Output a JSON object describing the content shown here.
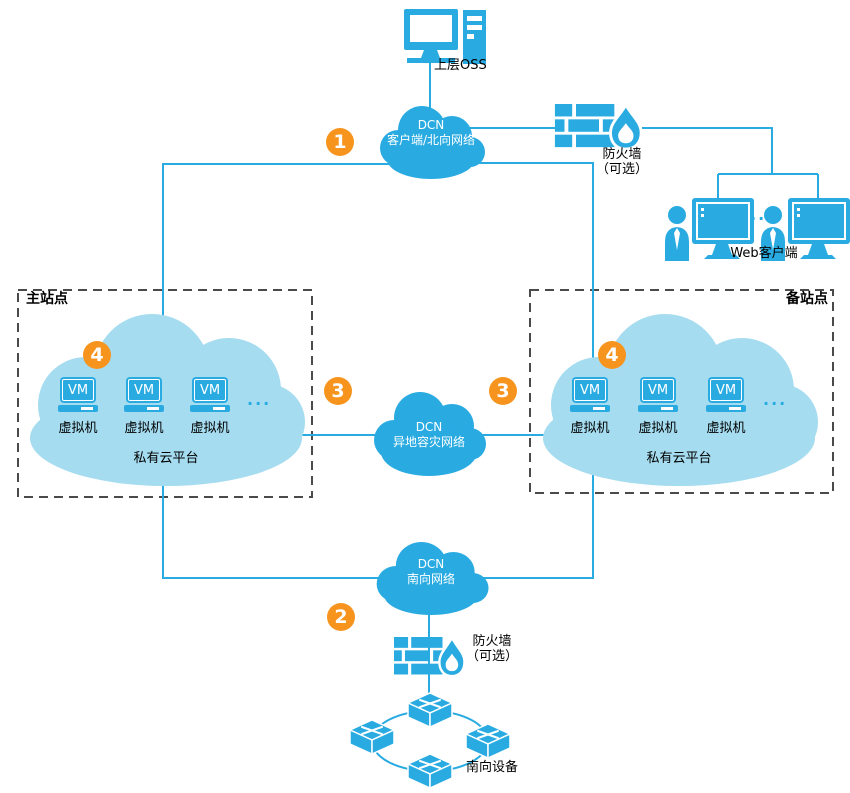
{
  "colors": {
    "accent_blue": "#29ABE2",
    "site_cloud_blue": "#A5DCF0",
    "badge_orange": "#F7941E",
    "dash_border": "#4a4a4a"
  },
  "oss": {
    "label": "上层OSS"
  },
  "network_clouds": {
    "north": {
      "line1": "DCN",
      "line2": "客户端/北向网络"
    },
    "dr": {
      "line1": "DCN",
      "line2": "异地容灾网络"
    },
    "south": {
      "line1": "DCN",
      "line2": "南向网络"
    }
  },
  "firewalls": {
    "top": {
      "line1": "防火墙",
      "line2": "（可选）"
    },
    "bottom": {
      "line1": "防火墙",
      "line2": "（可选）"
    }
  },
  "web_clients": {
    "label": "Web客户端",
    "ellipsis": "..."
  },
  "badges": {
    "one": "1",
    "two": "2",
    "three_left": "3",
    "three_right": "3",
    "four_primary": "4",
    "four_backup": "4"
  },
  "primary_site": {
    "title": "主站点",
    "platform": "私有云平台",
    "ellipsis": "...",
    "vms": [
      {
        "screen": "VM",
        "label": "虚拟机"
      },
      {
        "screen": "VM",
        "label": "虚拟机"
      },
      {
        "screen": "VM",
        "label": "虚拟机"
      }
    ]
  },
  "backup_site": {
    "title": "备站点",
    "platform": "私有云平台",
    "ellipsis": "...",
    "vms": [
      {
        "screen": "VM",
        "label": "虚拟机"
      },
      {
        "screen": "VM",
        "label": "虚拟机"
      },
      {
        "screen": "VM",
        "label": "虚拟机"
      }
    ]
  },
  "southbound": {
    "label": "南向设备"
  }
}
